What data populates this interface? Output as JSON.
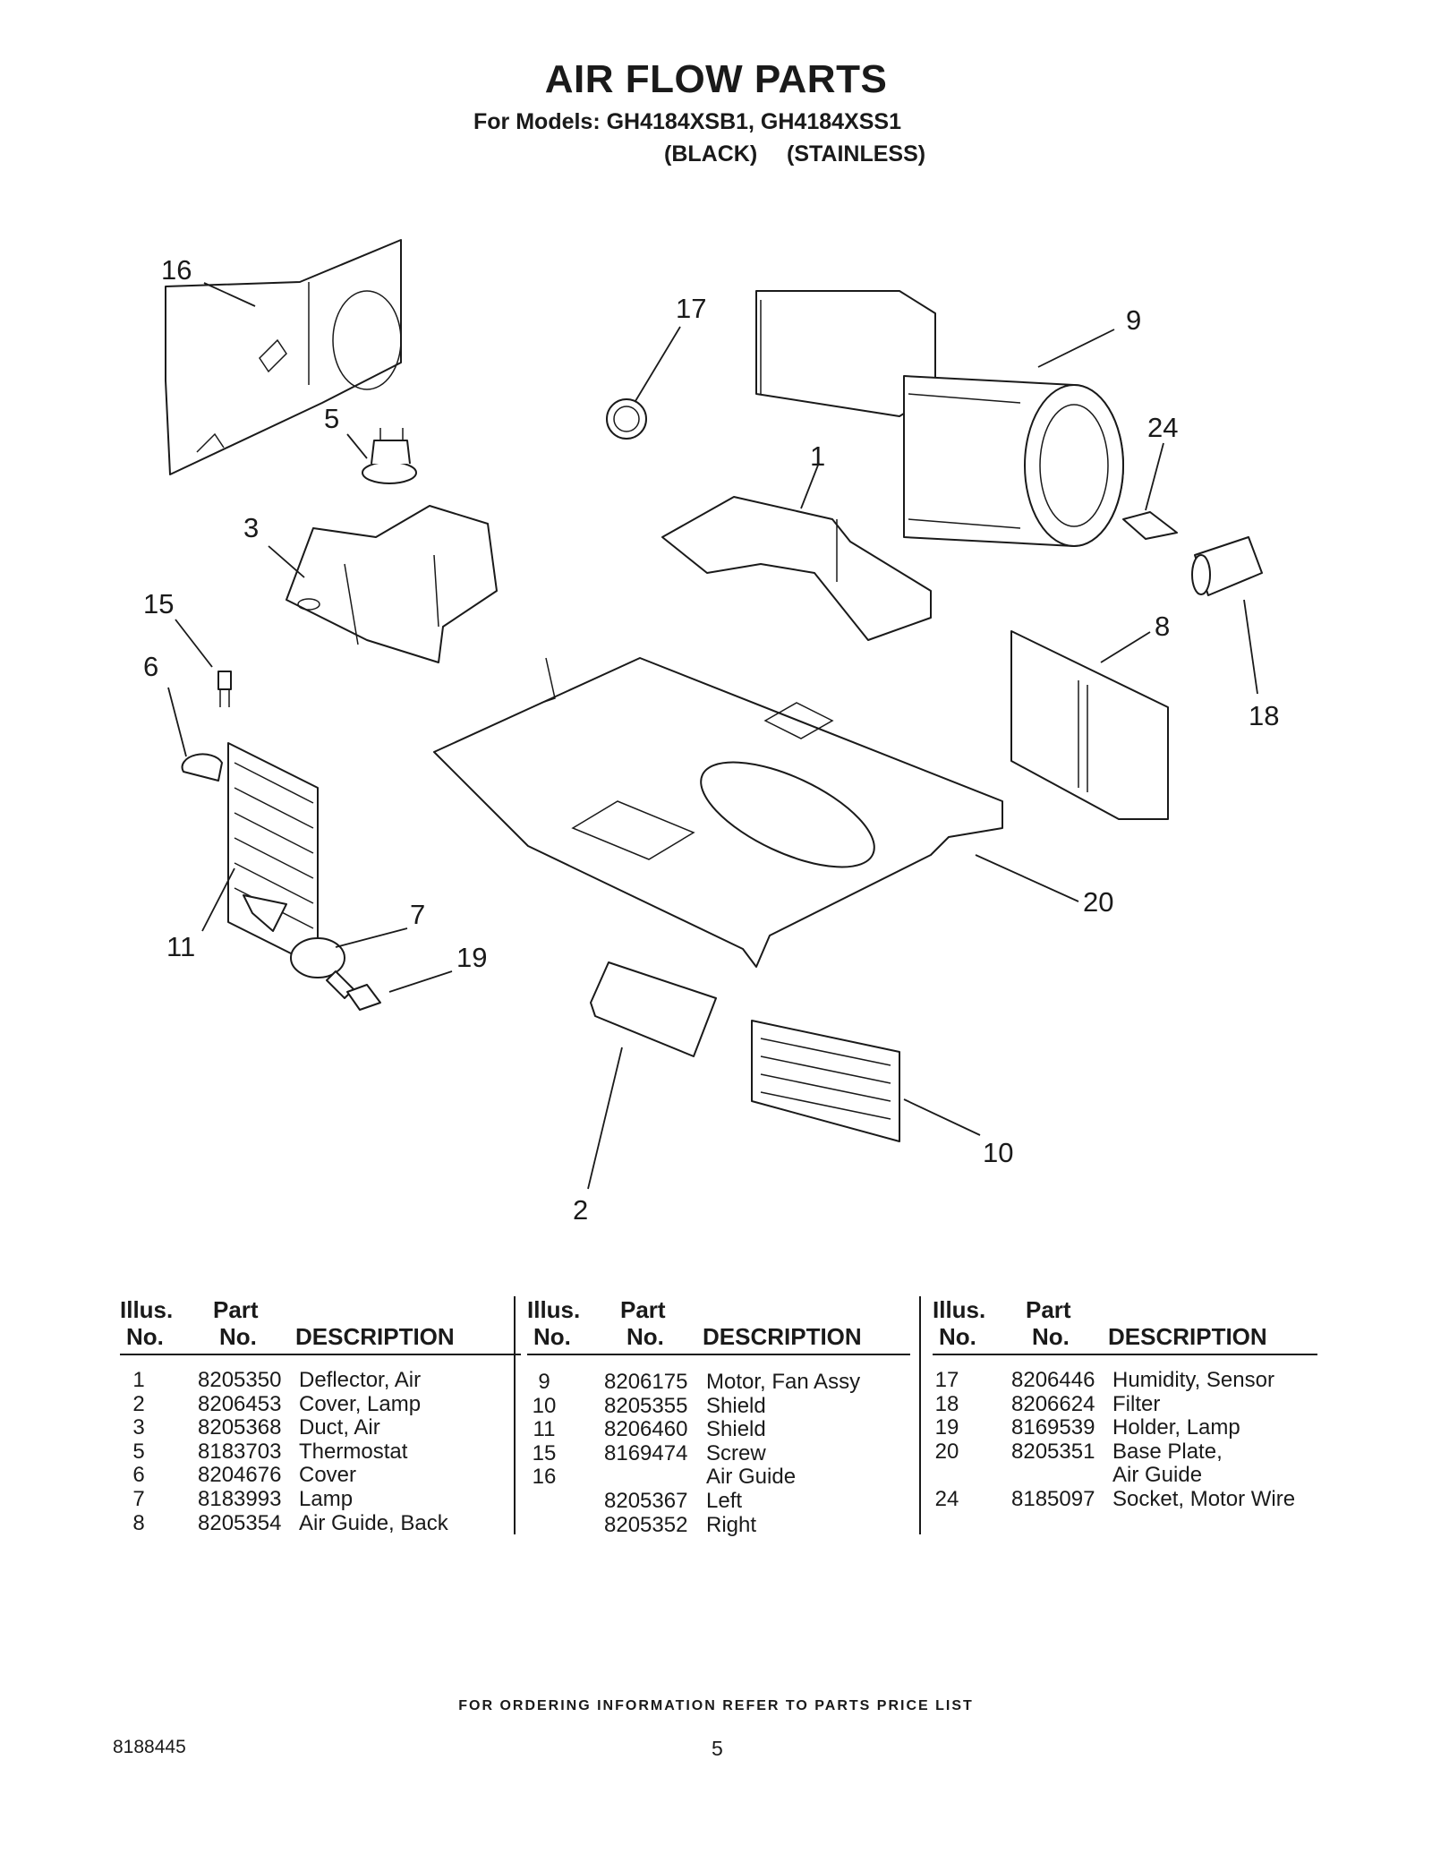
{
  "header": {
    "title": "AIR FLOW PARTS",
    "models": "For Models: GH4184XSB1, GH4184XSS1",
    "color_black": "(BLACK)",
    "color_stainless": "(STAINLESS)"
  },
  "callouts": {
    "c1": "1",
    "c2": "2",
    "c3": "3",
    "c5": "5",
    "c6": "6",
    "c7": "7",
    "c8": "8",
    "c9": "9",
    "c10": "10",
    "c11": "11",
    "c15": "15",
    "c16": "16",
    "c17": "17",
    "c18": "18",
    "c19": "19",
    "c20": "20",
    "c24": "24"
  },
  "table": {
    "headers": {
      "illus_top": "Illus.",
      "illus_bottom": "No.",
      "part_top": "Part",
      "part_bottom": "No.",
      "description": "DESCRIPTION"
    },
    "columns": [
      [
        {
          "illus": "1",
          "part": "8205350",
          "desc": "Deflector, Air"
        },
        {
          "illus": "2",
          "part": "8206453",
          "desc": "Cover, Lamp"
        },
        {
          "illus": "3",
          "part": "8205368",
          "desc": "Duct, Air"
        },
        {
          "illus": "5",
          "part": "8183703",
          "desc": "Thermostat"
        },
        {
          "illus": "6",
          "part": "8204676",
          "desc": "Cover"
        },
        {
          "illus": "7",
          "part": "8183993",
          "desc": "Lamp"
        },
        {
          "illus": "8",
          "part": "8205354",
          "desc": "Air Guide, Back"
        }
      ],
      [
        {
          "illus": "9",
          "part": "8206175",
          "desc": "Motor, Fan Assy"
        },
        {
          "illus": "10",
          "part": "8205355",
          "desc": "Shield"
        },
        {
          "illus": "11",
          "part": "8206460",
          "desc": "Shield"
        },
        {
          "illus": "15",
          "part": "8169474",
          "desc": "Screw"
        },
        {
          "illus": "16",
          "part": "",
          "desc": "Air Guide"
        },
        {
          "illus": "",
          "part": "8205367",
          "desc": "Left"
        },
        {
          "illus": "",
          "part": "8205352",
          "desc": "Right"
        }
      ],
      [
        {
          "illus": "17",
          "part": "8206446",
          "desc": "Humidity, Sensor"
        },
        {
          "illus": "18",
          "part": "8206624",
          "desc": "Filter"
        },
        {
          "illus": "19",
          "part": "8169539",
          "desc": "Holder, Lamp"
        },
        {
          "illus": "20",
          "part": "8205351",
          "desc": "Base Plate,"
        },
        {
          "illus": "",
          "part": "",
          "desc": "Air Guide"
        },
        {
          "illus": "24",
          "part": "8185097",
          "desc": "Socket, Motor Wire"
        }
      ]
    ]
  },
  "footer": {
    "note": "FOR ORDERING INFORMATION REFER TO PARTS PRICE LIST",
    "doc_number": "8188445",
    "page_number": "5"
  }
}
